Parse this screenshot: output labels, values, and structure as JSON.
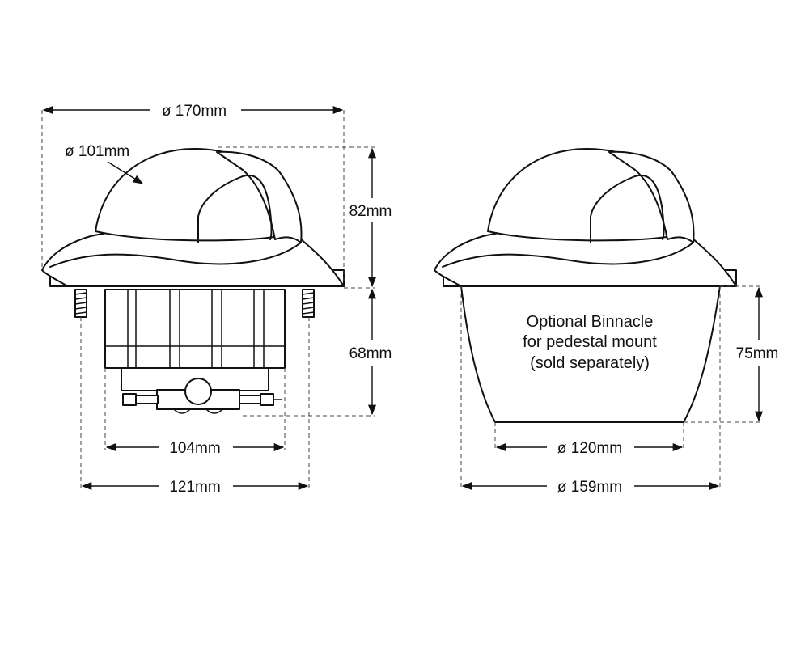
{
  "colors": {
    "line": "#111111",
    "dash": "#444444",
    "background": "#ffffff"
  },
  "left_view": {
    "dims": {
      "overall_diameter": "ø 170mm",
      "dome_diameter": "ø 101mm",
      "height_top": "82mm",
      "height_bottom": "68mm",
      "width_inner": "104mm",
      "width_outer": "121mm"
    }
  },
  "right_view": {
    "binnacle_note": [
      "Optional Binnacle",
      "for pedestal mount",
      "(sold separately)"
    ],
    "dims": {
      "height": "75mm",
      "bottom_diameter": "ø 120mm",
      "top_diameter": "ø 159mm"
    }
  }
}
